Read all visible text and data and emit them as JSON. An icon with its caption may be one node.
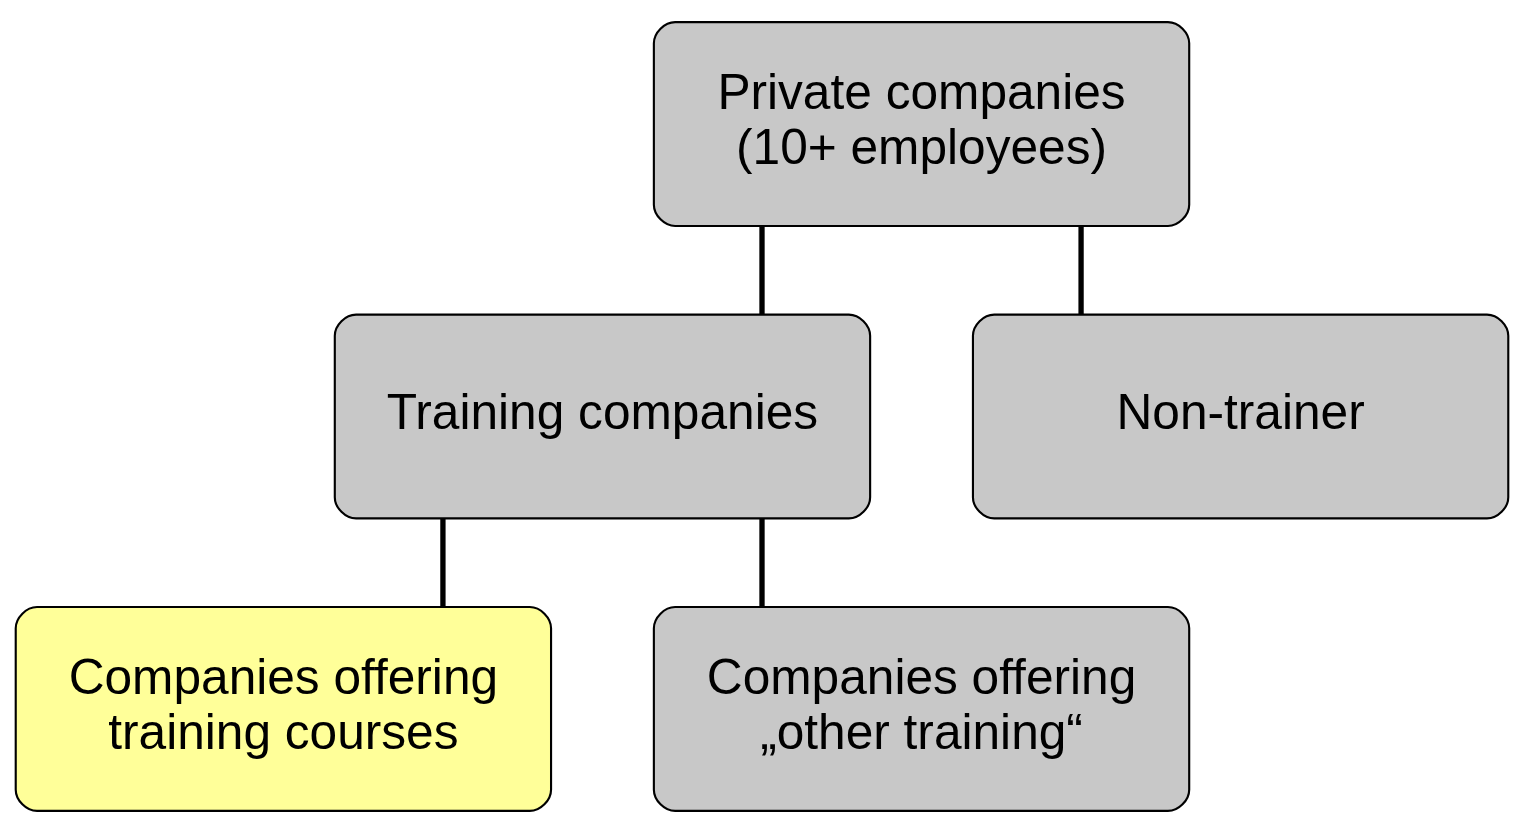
{
  "diagram": {
    "nodes": [
      {
        "text": [
          "Private companies (10+ employees)"
        ]
      },
      {
        "text": [
          "Training companies"
        ]
      },
      {
        "text": [
          "Non-trainer"
        ]
      },
      {
        "text": [
          "Companies offering training courses"
        ]
      },
      {
        "text": [
          "Companies offering „other training“"
        ]
      }
    ],
    "edges": [
      {
        "from": 0,
        "to": 1,
        "arrow": "none"
      },
      {
        "from": 0,
        "to": 2,
        "arrow": "none"
      },
      {
        "from": 1,
        "to": 3,
        "arrow": "none"
      },
      {
        "from": 1,
        "to": 4,
        "arrow": "none"
      }
    ]
  }
}
